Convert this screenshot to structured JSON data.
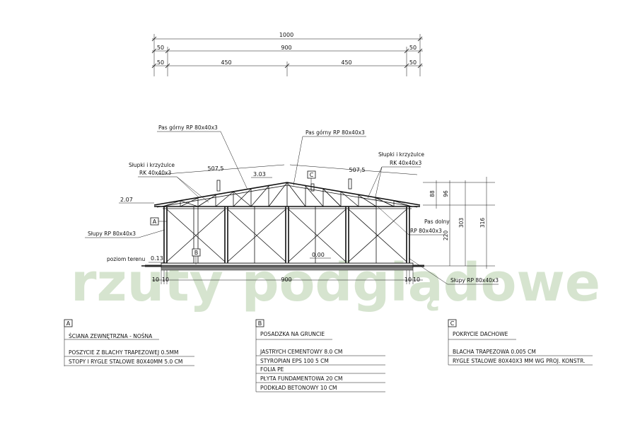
{
  "dimensions": {
    "overall": "1000",
    "row2": {
      "left": "50",
      "middle": "900",
      "right": "50"
    },
    "row3": {
      "left": "50",
      "a": "450",
      "b": "450",
      "right": "50"
    },
    "roof_left": "507,5",
    "roof_right": "507,5",
    "bottom_left": "10",
    "bottom_left2": "10",
    "bottom_span": "900",
    "bottom_right": "10",
    "bottom_right2": "10",
    "right_88": "88",
    "right_96": "96",
    "right_220": "220",
    "right_303": "303",
    "right_316": "316"
  },
  "levels": {
    "eaves": "2.07",
    "ridge": "3.03",
    "floor": "0.00",
    "ground": "0.13"
  },
  "labels": {
    "pas_gorny_1": "Pas górny RP 80x40x3",
    "pas_gorny_2": "Pas górny RP 80x40x3",
    "slupki_left_1": "Słupki i krzyżulce",
    "slupki_left_2": "RK 40x40x3",
    "slupki_right_1": "Słupki i krzyżulce",
    "slupki_right_2": "RK 40x40x3",
    "pas_dolny_1": "Pas dolny",
    "pas_dolny_2": "RP 80x40x3",
    "slupy_left": "Słupy RP 80x40x3",
    "slupy_right": "Słupy RP 80x40x3",
    "poziom": "poziom terenu",
    "marker_a": "A",
    "marker_b": "B",
    "marker_c": "C"
  },
  "watermark": "rzuty podglądowe",
  "legend": {
    "a": {
      "tag": "A",
      "title": "ŚCIANA ZEWNĘTRZNA - NOŚNA",
      "lines": [
        "POSZYCIE Z BLACHY TRAPEZOWEJ 0.5MM",
        "STOPY I RYGLE STALOWE 80X40MM 5.0 CM"
      ]
    },
    "b": {
      "tag": "B",
      "title": "POSADZKA NA GRUNCIE",
      "lines": [
        "JASTRYCH CEMENTOWY 8.0 CM",
        "STYROPIAN EPS 100   5 CM",
        "FOLIA PE",
        "PŁYTA FUNDAMENTOWA 20 CM",
        "PODKŁAD BETONOWY 10 CM"
      ]
    },
    "c": {
      "tag": "C",
      "title": "POKRYCIE DACHOWE",
      "lines": [
        "BLACHA TRAPEZOWA  0.005 CM",
        "RYGLE STALOWE 80X40X3 MM WG PROJ. KONSTR."
      ]
    }
  },
  "colors": {
    "ink": "#111111",
    "watermark": "#c9dcc0",
    "ground": "#2a2a2a"
  }
}
